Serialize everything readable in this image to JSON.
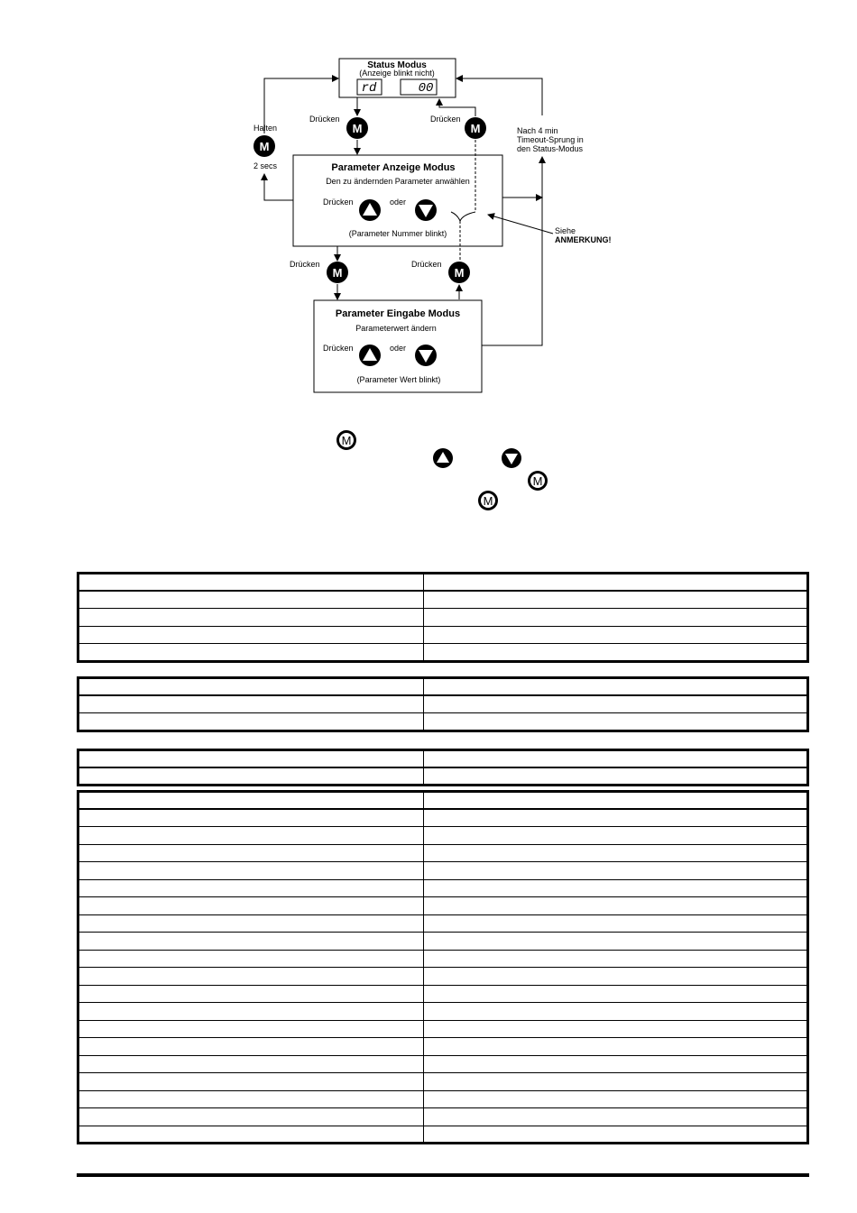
{
  "diagram": {
    "status": {
      "title": "Status Modus",
      "subtitle": "(Anzeige blinkt nicht)",
      "left_display": "rd",
      "right_display": "00"
    },
    "param_display": {
      "title": "Parameter Anzeige Modus",
      "subtitle": "Den zu ändernden Parameter anwählen",
      "press": "Drücken",
      "or": "oder",
      "note": "(Parameter Nummer blinkt)"
    },
    "param_entry": {
      "title": "Parameter Eingabe Modus",
      "subtitle": "Parameterwert ändern",
      "press": "Drücken",
      "or": "oder",
      "note": "(Parameter Wert blinkt)"
    },
    "press_label": "Drücken",
    "hold_label": "Halten",
    "hold_time": "2 secs",
    "timeout_lines": [
      "Nach 4 min",
      "Timeout-Sprung in",
      "den Status-Modus"
    ],
    "see_label": "Siehe",
    "note_label": "ANMERKUNG!",
    "m_key": "M"
  },
  "tables": [
    {
      "rows": 5
    },
    {
      "rows": 3
    },
    {
      "rows": 2
    },
    {
      "rows": 20
    }
  ]
}
